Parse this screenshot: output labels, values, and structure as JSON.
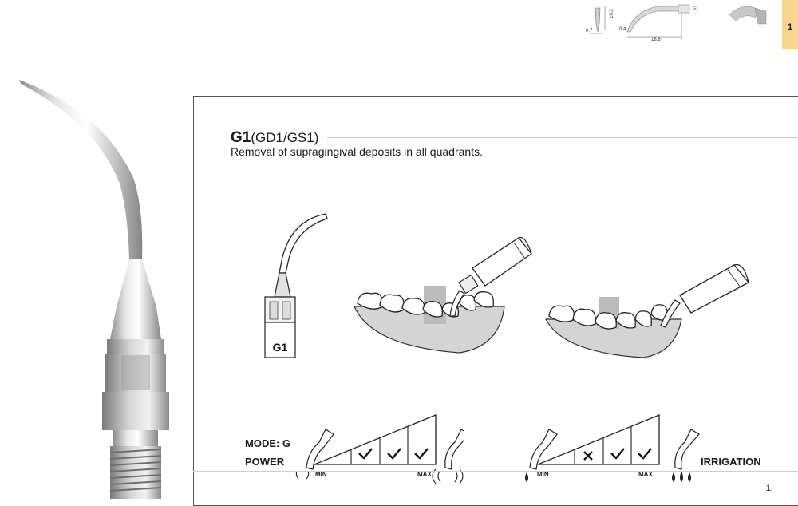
{
  "header": {
    "page_tab": "1",
    "dimensions": {
      "d1": "0.7",
      "d2": "10.2",
      "d3": "0.4",
      "d4": "18.8"
    },
    "mini_tip_label": "G1"
  },
  "tip": {
    "code": "G1",
    "alt_codes": "(GD1/GS1)",
    "description": "Removal of supragingival deposits in all quadrants.",
    "engraving": "G1"
  },
  "settings": {
    "mode_label": "MODE: G",
    "power_label": "POWER",
    "irrigation_label": "IRRIGATION",
    "power_scale": {
      "min": "MIN",
      "max": "MAX",
      "marks": [
        "check",
        "check",
        "check"
      ]
    },
    "irrigation_scale": {
      "min": "MIN",
      "max": "MAX",
      "marks": [
        "cross",
        "check",
        "check"
      ]
    }
  },
  "footer": {
    "page_number": "1"
  }
}
